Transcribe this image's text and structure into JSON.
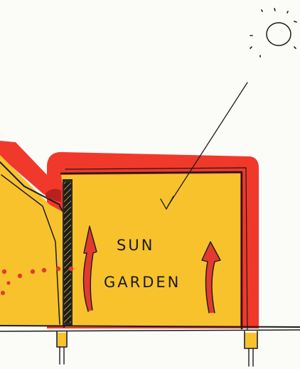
{
  "diagram": {
    "labels": {
      "line1": "SUN",
      "line2": "GARDEN"
    },
    "colors": {
      "interior_fill": "#f7c22c",
      "outer_glow": "#f0392b",
      "arrow_red": "#e23a2e",
      "ink": "#1b1b1b",
      "paper": "#fbfbf8"
    },
    "icons": [
      "sun-icon",
      "sunlight-arrow",
      "heat-rise-arrow",
      "airflow-dots"
    ]
  }
}
